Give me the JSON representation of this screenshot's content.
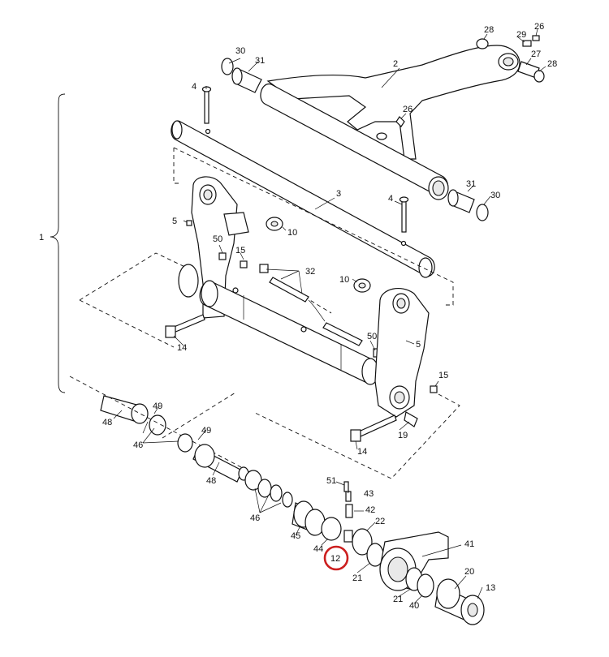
{
  "diagram": {
    "callouts": [
      {
        "id": "c1",
        "text": "1"
      },
      {
        "id": "c2",
        "text": "2"
      },
      {
        "id": "c3",
        "text": "3"
      },
      {
        "id": "c4a",
        "text": "4"
      },
      {
        "id": "c4b",
        "text": "4"
      },
      {
        "id": "c5a",
        "text": "5"
      },
      {
        "id": "c5b",
        "text": "5"
      },
      {
        "id": "c10a",
        "text": "10"
      },
      {
        "id": "c10b",
        "text": "10"
      },
      {
        "id": "c12",
        "text": "12"
      },
      {
        "id": "c13",
        "text": "13"
      },
      {
        "id": "c14a",
        "text": "14"
      },
      {
        "id": "c14b",
        "text": "14"
      },
      {
        "id": "c15a",
        "text": "15"
      },
      {
        "id": "c15b",
        "text": "15"
      },
      {
        "id": "c19",
        "text": "19"
      },
      {
        "id": "c20",
        "text": "20"
      },
      {
        "id": "c21a",
        "text": "21"
      },
      {
        "id": "c21b",
        "text": "21"
      },
      {
        "id": "c22",
        "text": "22"
      },
      {
        "id": "c26a",
        "text": "26"
      },
      {
        "id": "c26b",
        "text": "26"
      },
      {
        "id": "c27",
        "text": "27"
      },
      {
        "id": "c28a",
        "text": "28"
      },
      {
        "id": "c28b",
        "text": "28"
      },
      {
        "id": "c29",
        "text": "29"
      },
      {
        "id": "c30a",
        "text": "30"
      },
      {
        "id": "c30b",
        "text": "30"
      },
      {
        "id": "c31a",
        "text": "31"
      },
      {
        "id": "c31b",
        "text": "31"
      },
      {
        "id": "c32",
        "text": "32"
      },
      {
        "id": "c40",
        "text": "40"
      },
      {
        "id": "c41",
        "text": "41"
      },
      {
        "id": "c42",
        "text": "42"
      },
      {
        "id": "c43",
        "text": "43"
      },
      {
        "id": "c44",
        "text": "44"
      },
      {
        "id": "c45",
        "text": "45"
      },
      {
        "id": "c46a",
        "text": "46"
      },
      {
        "id": "c46b",
        "text": "46"
      },
      {
        "id": "c48a",
        "text": "48"
      },
      {
        "id": "c48b",
        "text": "48"
      },
      {
        "id": "c49a",
        "text": "49"
      },
      {
        "id": "c49b",
        "text": "49"
      },
      {
        "id": "c50a",
        "text": "50"
      },
      {
        "id": "c50b",
        "text": "50"
      },
      {
        "id": "c51",
        "text": "51"
      }
    ],
    "highlighted_callout": "12",
    "highlight_color": "#cc1f1f",
    "line_color": "#111111"
  }
}
